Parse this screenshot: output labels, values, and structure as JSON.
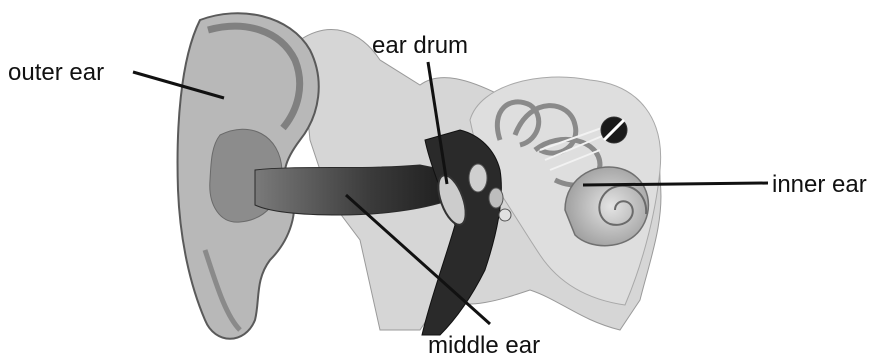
{
  "diagram": {
    "labels": {
      "outer_ear": "outer ear",
      "ear_drum": "ear drum",
      "inner_ear": "inner ear",
      "middle_ear": "middle ear"
    }
  }
}
